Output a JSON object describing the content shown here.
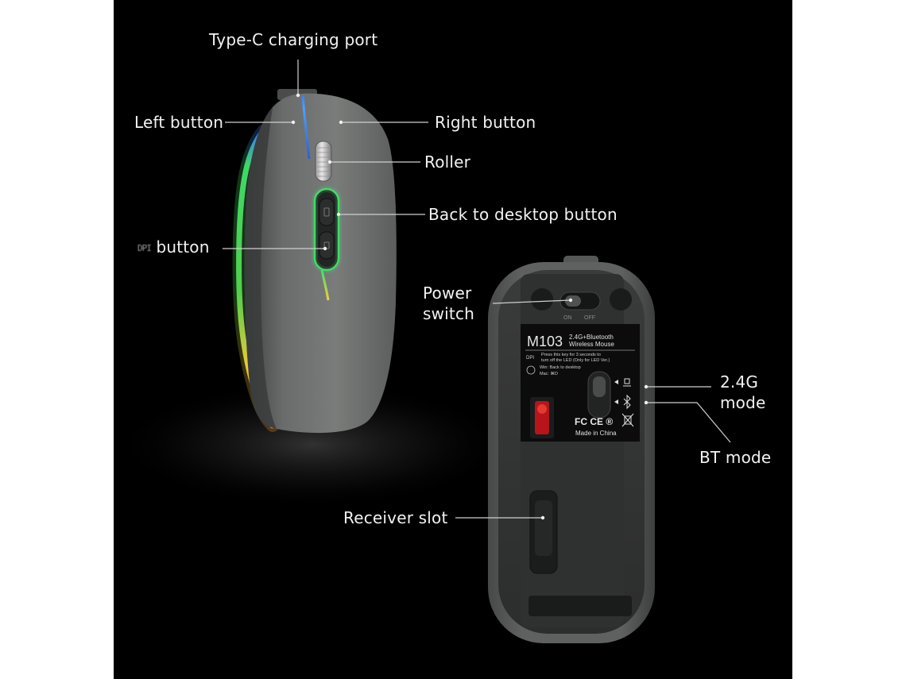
{
  "labels": {
    "charging_port": "Type-C charging port",
    "left_button": "Left button",
    "right_button": "Right button",
    "roller": "Roller",
    "back_to_desktop": "Back to desktop button",
    "dpi_button_blurred": "DPI",
    "dpi_button_suffix": "button",
    "power_switch": "Power switch",
    "mode_24g": "2.4G mode",
    "bt_mode": "BT mode",
    "receiver_slot": "Receiver slot"
  },
  "sticker": {
    "model": "M103",
    "desc_line1": "2.4G+Bluetooth",
    "desc_line2": "Wireless Mouse",
    "dpi_tag": "DPI",
    "led_line1": "Press this key for 3 seconds to",
    "led_line2": "turn off the LED (Only for LED Ver.)",
    "win_line": "Win: Back to desktop",
    "mac_line": "Mac: ⌘D",
    "certs": "FC CE ®",
    "made_in": "Made in China",
    "switch_on": "ON",
    "switch_off": "OFF"
  },
  "colors": {
    "background": "#000000",
    "mouse_body": "#6e706f",
    "mouse_body_dark": "#3f4141",
    "rgb_green": "#41e06a",
    "rgb_yellow": "#f1d13a",
    "rgb_blue": "#3b7cff",
    "receiver_red": "#c8141e",
    "label_text": "#f2f2f2",
    "leader_line": "#cfcfcf"
  },
  "icons": [
    "usb-icon",
    "bluetooth-icon",
    "fcc-icon",
    "ce-icon",
    "rohs-icon",
    "weee-bin-icon"
  ]
}
